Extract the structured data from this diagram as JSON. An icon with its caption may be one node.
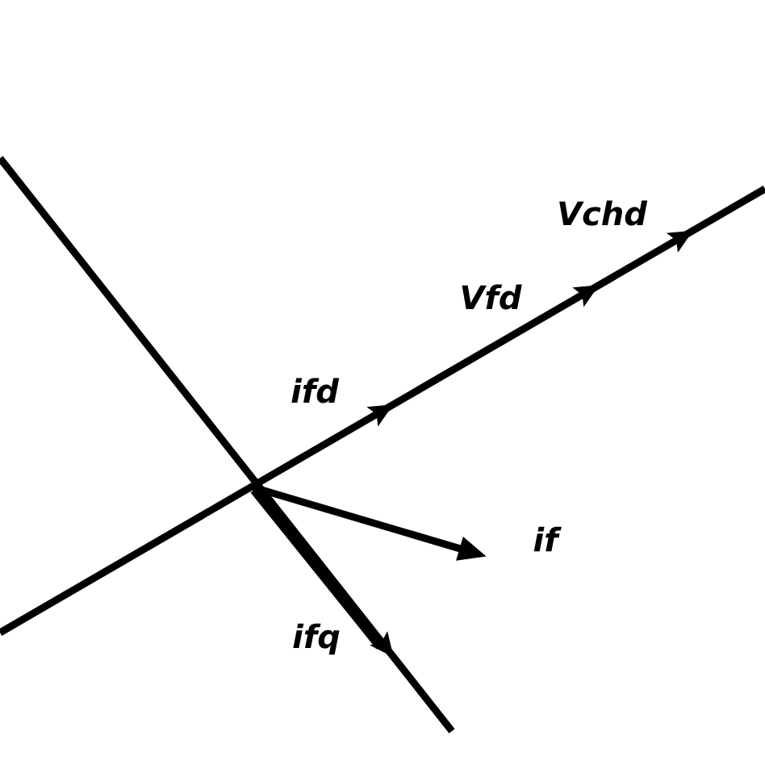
{
  "diagram": {
    "labels": [
      "Vchd",
      "Vfd",
      "ifd",
      "if",
      "ifq"
    ]
  }
}
